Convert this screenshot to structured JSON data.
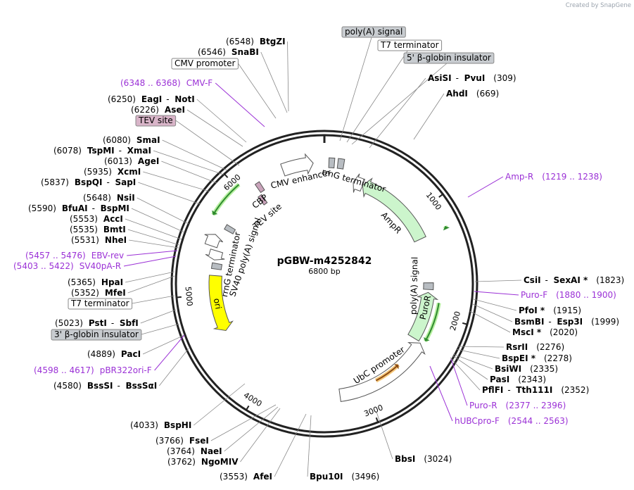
{
  "credit": "Created by SnapGene",
  "plasmid": {
    "name": "pGBW-m4252842",
    "size": "6800 bp",
    "total_bp": 6800
  },
  "ticks": [
    {
      "bp": 1000,
      "label": "1000"
    },
    {
      "bp": 2000,
      "label": "2000"
    },
    {
      "bp": 3000,
      "label": "3000"
    },
    {
      "bp": 4000,
      "label": "4000"
    },
    {
      "bp": 5000,
      "label": "5000"
    },
    {
      "bp": 6000,
      "label": "6000"
    }
  ],
  "features": [
    {
      "id": "cmv-enhancer",
      "name": "CMV enhancer",
      "start": 6420,
      "end": 6700,
      "r": 172,
      "type": "arrow",
      "dir": 1,
      "color": "#ffffff",
      "stroke": "#555555"
    },
    {
      "id": "cbp",
      "name": "CBP",
      "start": 6140,
      "end": 6185,
      "r": 165,
      "type": "box",
      "color": "#c9a3ba",
      "stroke": "#555555"
    },
    {
      "id": "tev-site",
      "name": "TEV site",
      "start": 6092,
      "end": 6135,
      "r": 148,
      "type": "box",
      "color": "#c9a3ba",
      "stroke": "#555555"
    },
    {
      "id": "polya-top",
      "name": "",
      "start": 40,
      "end": 90,
      "r": 172,
      "type": "box",
      "color": "#b8bdc2",
      "stroke": "#555555"
    },
    {
      "id": "rrng-top",
      "name": "",
      "start": 120,
      "end": 175,
      "r": 172,
      "type": "box",
      "color": "#b8bdc2",
      "stroke": "#555555"
    },
    {
      "id": "rrng-label",
      "name": "rrnG terminator",
      "start": 0,
      "end": 0,
      "r": 0,
      "type": "none"
    },
    {
      "id": "amp-promoter",
      "name": "",
      "start": 300,
      "end": 400,
      "r": 150,
      "type": "arrow",
      "dir": -1,
      "color": "#ffffff",
      "stroke": "#555555"
    },
    {
      "id": "ampr",
      "name": "AmpR",
      "start": 400,
      "end": 1230,
      "r": 150,
      "type": "arrow",
      "dir": -1,
      "color": "#ccf5cc",
      "stroke": "#555555"
    },
    {
      "id": "puro-polya",
      "name": "poly(A) signal",
      "start": 1690,
      "end": 1760,
      "r": 148,
      "type": "box",
      "color": "#b8bdc2",
      "stroke": "#555555"
    },
    {
      "id": "puror",
      "name": "PuroR",
      "start": 1790,
      "end": 2290,
      "r": 148,
      "type": "arrow",
      "dir": -1,
      "color": "#ccf5cc",
      "stroke": "#555555"
    },
    {
      "id": "ubc-promoter",
      "name": "UbC promoter",
      "start": 2300,
      "end": 3250,
      "r": 160,
      "type": "arrow",
      "dir": -1,
      "color": "#ffffff",
      "stroke": "#555555"
    },
    {
      "id": "ori",
      "name": "ori",
      "start": 4620,
      "end": 5180,
      "r": 155,
      "type": "arrow",
      "dir": -1,
      "color": "#ffff00",
      "stroke": "#555555"
    },
    {
      "id": "t7-lower",
      "name": "",
      "start": 5245,
      "end": 5300,
      "r": 155,
      "type": "box",
      "color": "#b8bdc2",
      "stroke": "#555555"
    },
    {
      "id": "rrng-lower",
      "name": "rrnG terminator",
      "start": 5330,
      "end": 5420,
      "r": 160,
      "type": "arrow",
      "dir": -1,
      "color": "#ffffff",
      "stroke": "#555555"
    },
    {
      "id": "sv40-polya",
      "name": "SV40 poly(A) signal",
      "start": 5450,
      "end": 5560,
      "r": 170,
      "type": "arrow",
      "dir": 1,
      "color": "#ffffff",
      "stroke": "#555555"
    },
    {
      "id": "sv40-box",
      "name": "",
      "start": 5640,
      "end": 5690,
      "r": 155,
      "type": "box",
      "color": "#b8bdc2",
      "stroke": "#555555"
    }
  ],
  "feature_labels": [
    {
      "id": "cmv-enhancer-text",
      "text": "CMV enhancer",
      "bp": 6560,
      "r": 152
    },
    {
      "id": "rrng-top-text",
      "text": "rrnG terminator",
      "bp": 300,
      "r": 152
    },
    {
      "id": "ampr-text",
      "text": "AmpR",
      "bp": 900,
      "r": 128
    },
    {
      "id": "puro-polya-text",
      "text": "poly(A) signal",
      "bp": 1725,
      "r": 128
    },
    {
      "id": "puror-text",
      "text": "PuroR",
      "bp": 1950,
      "r": 148
    },
    {
      "id": "ubc-text",
      "text": "UbC promoter",
      "bp": 2760,
      "r": 140
    },
    {
      "id": "ori-text",
      "text": "ori",
      "bp": 4900,
      "r": 155
    },
    {
      "id": "rrng-lower-text",
      "text": "rrnG terminator",
      "bp": 5320,
      "r": 135
    },
    {
      "id": "sv40-text",
      "text": "SV40 poly(A) signal",
      "bp": 5450,
      "r": 118
    },
    {
      "id": "tev-text",
      "text": "TEV site",
      "bp": 6040,
      "r": 125
    },
    {
      "id": "cbp-text",
      "text": "CBP",
      "bp": 6080,
      "r": 148
    }
  ],
  "primer_arrows": [
    {
      "id": "amp-r-arrow",
      "start": 1219,
      "end": 1238,
      "r": 190,
      "dir": -1
    },
    {
      "id": "puro-f-arrow",
      "start": 1880,
      "end": 2260,
      "r": 165,
      "dir": 1
    },
    {
      "id": "hubc-arrow",
      "start": 2600,
      "end": 2870,
      "r": 156,
      "dir": -1
    },
    {
      "id": "cmv-ebv-arrow",
      "start": 5700,
      "end": 6030,
      "r": 186,
      "dir": -1
    }
  ],
  "labels": [
    {
      "id": "btgzi",
      "name": "BtgZI",
      "pos": "6548",
      "type": "site"
    },
    {
      "id": "snabi",
      "name": "SnaBI",
      "pos": "6546",
      "type": "site"
    },
    {
      "id": "cmv-promoter",
      "name": "CMV promoter",
      "type": "feature-box",
      "fill": "#ffffff"
    },
    {
      "id": "cmv-f",
      "name": "CMV-F",
      "pos": "6348 .. 6368",
      "type": "primer"
    },
    {
      "id": "eagi-noti",
      "name": "EagI",
      "name2": "NotI",
      "pos": "6250",
      "type": "site"
    },
    {
      "id": "asei",
      "name": "AseI",
      "pos": "6226",
      "type": "site"
    },
    {
      "id": "tev-box",
      "name": "TEV site",
      "type": "feature-box",
      "fill": "#d8b4c8"
    },
    {
      "id": "smai",
      "name": "SmaI",
      "pos": "6080",
      "type": "site"
    },
    {
      "id": "tspmi-xmai",
      "name": "TspMI",
      "name2": "XmaI",
      "pos": "6078",
      "type": "site"
    },
    {
      "id": "agei",
      "name": "AgeI",
      "pos": "6013",
      "type": "site"
    },
    {
      "id": "xcmi",
      "name": "XcmI",
      "pos": "5935",
      "type": "site"
    },
    {
      "id": "bspqi-sapi",
      "name": "BspQI",
      "name2": "SapI",
      "pos": "5837",
      "type": "site"
    },
    {
      "id": "nsii",
      "name": "NsiI",
      "pos": "5648",
      "type": "site"
    },
    {
      "id": "bfuai-bspmi",
      "name": "BfuAI",
      "name2": "BspMI",
      "pos": "5590",
      "type": "site"
    },
    {
      "id": "acci",
      "name": "AccI",
      "pos": "5553",
      "type": "site"
    },
    {
      "id": "bmti",
      "name": "BmtI",
      "pos": "5535",
      "type": "site"
    },
    {
      "id": "nhei",
      "name": "NheI",
      "pos": "5531",
      "type": "site"
    },
    {
      "id": "ebv-rev",
      "name": "EBV-rev",
      "pos": "5457 .. 5476",
      "type": "primer"
    },
    {
      "id": "sv40pa-r",
      "name": "SV40pA-R",
      "pos": "5403 .. 5422",
      "type": "primer"
    },
    {
      "id": "hpai",
      "name": "HpaI",
      "pos": "5365",
      "type": "site"
    },
    {
      "id": "mfei",
      "name": "MfeI",
      "pos": "5352",
      "type": "site"
    },
    {
      "id": "t7-box-left",
      "name": "T7 terminator",
      "type": "feature-box",
      "fill": "#ffffff"
    },
    {
      "id": "psti-sbfi",
      "name": "PstI",
      "name2": "SbfI",
      "pos": "5023",
      "type": "site"
    },
    {
      "id": "globin3-box",
      "name": "3' β-globin insulator",
      "type": "feature-box",
      "fill": "#c8ccd0"
    },
    {
      "id": "paci",
      "name": "PacI",
      "pos": "4889",
      "type": "site"
    },
    {
      "id": "pbr322ori-f",
      "name": "pBR322ori-F",
      "pos": "4598 .. 4617",
      "type": "primer"
    },
    {
      "id": "bsssi",
      "name": "BssSI",
      "name2": "BssSαI",
      "pos": "4580",
      "type": "site"
    },
    {
      "id": "bsphi",
      "name": "BspHI",
      "pos": "4033",
      "type": "site"
    },
    {
      "id": "fsei",
      "name": "FseI",
      "pos": "3766",
      "type": "site"
    },
    {
      "id": "naei",
      "name": "NaeI",
      "pos": "3764",
      "type": "site"
    },
    {
      "id": "ngomiv",
      "name": "NgoMIV",
      "pos": "3762",
      "type": "site"
    },
    {
      "id": "afei",
      "name": "AfeI",
      "pos": "3553",
      "type": "site"
    },
    {
      "id": "bpu10i",
      "name": "Bpu10I",
      "pos": "3496",
      "type": "site"
    },
    {
      "id": "bbsi",
      "name": "BbsI",
      "pos": "3024",
      "type": "site"
    },
    {
      "id": "polya-box",
      "name": "poly(A) signal",
      "type": "feature-box",
      "fill": "#c8ccd0"
    },
    {
      "id": "t7-box-top",
      "name": "T7 terminator",
      "type": "feature-box",
      "fill": "#ffffff"
    },
    {
      "id": "globin5-box",
      "name": "5' β-globin insulator",
      "type": "feature-box",
      "fill": "#c8ccd0"
    },
    {
      "id": "asisi-pvui",
      "name": "AsiSI",
      "name2": "PvuI",
      "pos": "309",
      "type": "site"
    },
    {
      "id": "ahdi",
      "name": "AhdI",
      "pos": "669",
      "type": "site"
    },
    {
      "id": "amp-r",
      "name": "Amp-R",
      "pos": "1219 .. 1238",
      "type": "primer"
    },
    {
      "id": "csii-sexai",
      "name": "CsiI",
      "name2": "SexAI *",
      "pos": "1823",
      "type": "site"
    },
    {
      "id": "puro-f",
      "name": "Puro-F",
      "pos": "1880 .. 1900",
      "type": "primer"
    },
    {
      "id": "pfoi",
      "name": "PfoI *",
      "pos": "1915",
      "type": "site"
    },
    {
      "id": "bsmbi-esp3i",
      "name": "BsmBI",
      "name2": "Esp3I",
      "pos": "1999",
      "type": "site"
    },
    {
      "id": "msci",
      "name": "MscI *",
      "pos": "2020",
      "type": "site"
    },
    {
      "id": "rsrii",
      "name": "RsrII",
      "pos": "2276",
      "type": "site"
    },
    {
      "id": "bspei",
      "name": "BspEI *",
      "pos": "2278",
      "type": "site"
    },
    {
      "id": "bsiwi",
      "name": "BsiWI",
      "pos": "2335",
      "type": "site"
    },
    {
      "id": "pasi",
      "name": "PasI",
      "pos": "2343",
      "type": "site"
    },
    {
      "id": "pflfi",
      "name": "PflFI",
      "name2": "Tth111I",
      "pos": "2352",
      "type": "site"
    },
    {
      "id": "puro-r",
      "name": "Puro-R",
      "pos": "2377 .. 2396",
      "type": "primer"
    },
    {
      "id": "hubcpro-f",
      "name": "hUBCpro-F",
      "pos": "2544 .. 2563",
      "type": "primer"
    }
  ]
}
